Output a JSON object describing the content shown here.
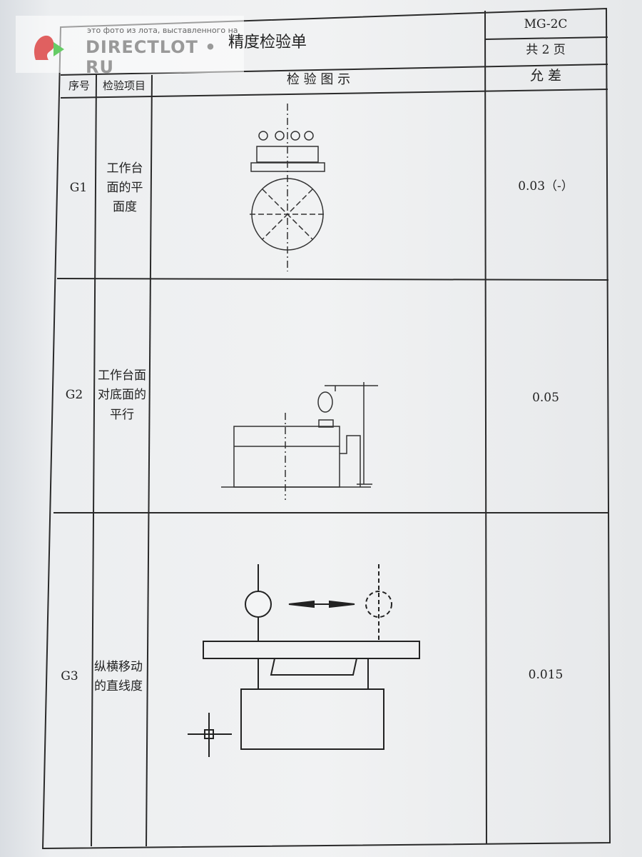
{
  "watermark": {
    "caption": "это фото из лота, выставленного на",
    "brand": "DIRECTLOT • RU"
  },
  "header": {
    "title": "精度检验单",
    "code": "MG-2C",
    "pages": "共 2 页"
  },
  "columns": {
    "no": "序号",
    "item": "检验项目",
    "diagram": "检 验 图 示",
    "tolerance": "允 差"
  },
  "rows": [
    {
      "no": "G1",
      "item": "工作台面的平面度",
      "tolerance": "0.03（-）"
    },
    {
      "no": "G2",
      "item": "工作台面对底面的平行",
      "tolerance": "0.05"
    },
    {
      "no": "G3",
      "item": "纵横移动的直线度",
      "tolerance": "0.015"
    }
  ]
}
